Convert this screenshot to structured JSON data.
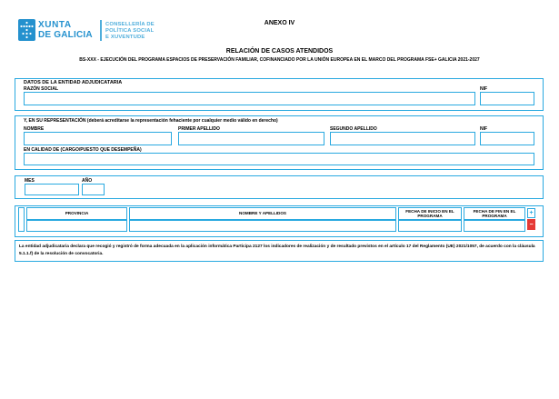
{
  "logo": {
    "brand1": "XUNTA",
    "brand2": "DE GALICIA",
    "dept1": "CONSELLERÍA DE",
    "dept2": "POLÍTICA SOCIAL",
    "dept3": "E XUVENTUDE"
  },
  "header": {
    "annex": "ANEXO IV",
    "title": "RELACIÓN DE CASOS ATENDIDOS",
    "subtitle": "BS-XXX - EJECUCIÓN DEL PROGRAMA ESPACIOS DE PRESERVACIÓN FAMILIAR, COFINANCIADO POR LA UNIÓN EUROPEA EN EL MARCO DEL PROGRAMA FSE+ GALICIA 2021-2027"
  },
  "entity": {
    "title": "DATOS DE LA ENTIDAD ADJUDICATARIA",
    "razon_label": "RAZÓN SOCIAL",
    "razon_value": "",
    "nif_label": "NIF",
    "nif_value": ""
  },
  "rep": {
    "title": "Y, EN SU REPRESENTACIÓN (deberá acreditarse la representación fehaciente por cualquier medio válido en derecho)",
    "nombre_label": "NOMBRE",
    "nombre_value": "",
    "primer_label": "PRIMER APELLIDO",
    "primer_value": "",
    "segundo_label": "SEGUNDO APELLIDO",
    "segundo_value": "",
    "nif_label": "NIF",
    "nif_value": "",
    "cargo_label": "EN CALIDAD DE (CARGO/PUESTO QUE DESEMPEÑA)",
    "cargo_value": ""
  },
  "period": {
    "mes_label": "MES",
    "mes_value": "",
    "ano_label": "AÑO",
    "ano_value": ""
  },
  "table": {
    "headers": [
      "PROVINCIA",
      "NOMBRE Y APELLIDOS",
      "FECHA DE INICIO EN EL PROGRAMA",
      "FECHA DE FIN EN EL PROGRAMA"
    ],
    "row": {
      "provincia": "",
      "nombre": "",
      "fecha_inicio": "",
      "fecha_fin": ""
    },
    "add_glyph": "+",
    "remove_glyph": "−"
  },
  "declaration": {
    "text": "La entidad adjudicataria declara que recogió y registró de forma adecuada en la aplicación informática Participa 2127 los indicadores de realización y de resultado previstos en el artículo 17 del Reglamento (UE) 2021/1057, de acuerdo con la cláusula 5.1.1.f) de la resolución de convocatoria."
  },
  "colors": {
    "accent_cyan": "#29A9E0",
    "logo_blue": "#2491CE",
    "logo_light_blue": "#4FAEDC",
    "remove_red": "#E53935"
  }
}
